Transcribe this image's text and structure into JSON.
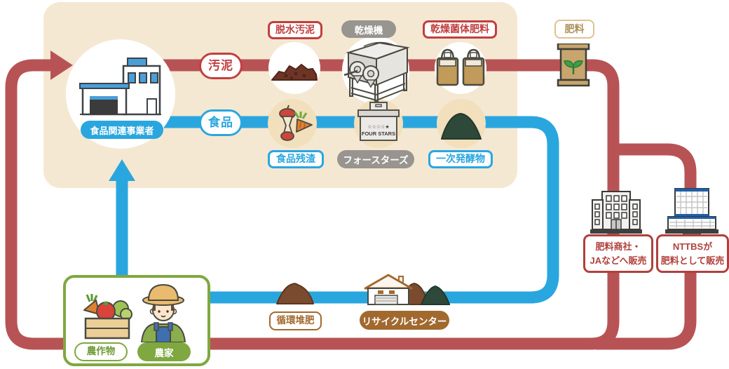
{
  "facility": {
    "name": "食品関連事業者"
  },
  "lanes": {
    "sludge": "汚泥",
    "food": "食品"
  },
  "sludge_chain": {
    "dewatered_sludge": "脱水汚泥",
    "dryer": "乾燥機",
    "dried_fertilizer": "乾燥菌体肥料"
  },
  "food_chain": {
    "residue": "食品残渣",
    "machine_name": "フォースターズ",
    "machine_stars": "☆☆☆☆★",
    "machine_brand": "FOUR STARS",
    "fermented": "一次発酵物"
  },
  "fertilizer": {
    "label": "肥料"
  },
  "sales": {
    "fertilizer_trader": {
      "line1": "肥料商社・",
      "line2": "JAなどへ販売"
    },
    "nttbs": {
      "line1": "NTTBSが",
      "line2": "肥料として販売"
    }
  },
  "recycling": {
    "compost": "循環堆肥",
    "center": "リサイクルセンター"
  },
  "farm": {
    "crops": "農作物",
    "farmer": "農家"
  },
  "colors": {
    "sludge_flow": "#b85355",
    "food_flow": "#2aa6df",
    "process_panel": "#f5e8d3",
    "accent_red": "#c13f3f",
    "recycle_brown": "#a2692f",
    "farm_green": "#7fa840"
  }
}
